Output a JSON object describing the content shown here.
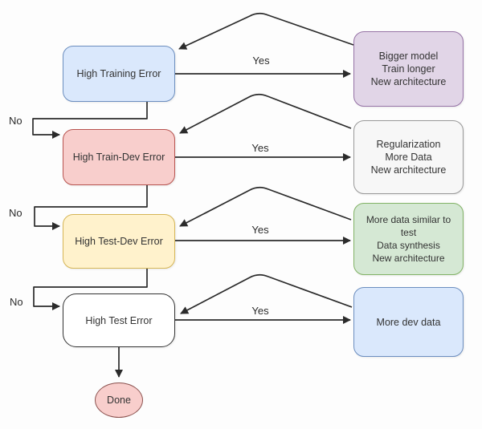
{
  "diagram": {
    "nodes": [
      {
        "id": "high-training-error",
        "label": "High Training Error",
        "fill": "#dae8fc",
        "stroke": "#6c8ebf"
      },
      {
        "id": "high-train-dev-error",
        "label": "High Train-Dev Error",
        "fill": "#f8cecc",
        "stroke": "#b85450"
      },
      {
        "id": "high-test-dev-error",
        "label": "High Test-Dev Error",
        "fill": "#fff2cc",
        "stroke": "#d6b656"
      },
      {
        "id": "high-test-error",
        "label": "High Test Error",
        "fill": "#ffffff",
        "stroke": "#333333"
      },
      {
        "id": "done",
        "label": "Done",
        "fill": "#f8cecc",
        "stroke": "#8c5350"
      }
    ],
    "remedies": [
      {
        "id": "remedy-training",
        "lines": [
          "Bigger model",
          "Train longer",
          "New architecture"
        ],
        "fill": "#e1d5e7",
        "stroke": "#9673a6"
      },
      {
        "id": "remedy-train-dev",
        "lines": [
          "Regularization",
          "More Data",
          "New architecture"
        ],
        "fill": "#f7f7f7",
        "stroke": "#999999"
      },
      {
        "id": "remedy-test-dev",
        "lines": [
          "More data similar to test",
          "Data synthesis",
          "New architecture"
        ],
        "fill": "#d5e8d4",
        "stroke": "#82b366"
      },
      {
        "id": "remedy-test",
        "lines": [
          "More dev data"
        ],
        "fill": "#dae8fc",
        "stroke": "#6c8ebf"
      }
    ],
    "edge_labels": {
      "yes": "Yes",
      "no": "No"
    },
    "line_color": "#2b2b2b",
    "background": "#fdfdfd"
  }
}
